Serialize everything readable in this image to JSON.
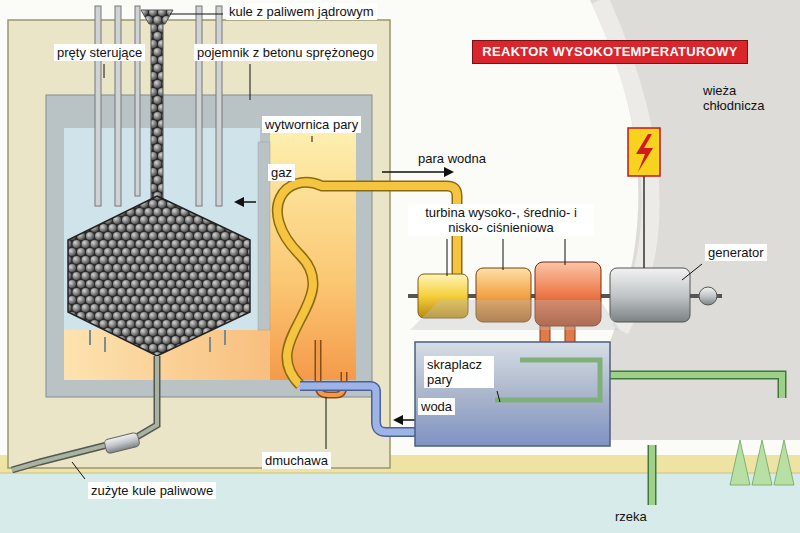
{
  "diagram": {
    "title": "REAKTOR WYSOKOTEMPERATUROWY",
    "labels": [
      "kule z paliwem jądrowym",
      "pręty sterujące",
      "pojemnik z betonu sprężonego",
      "wytwornica pary",
      "gaz",
      "para wodna",
      "wieża chłodnicza",
      "turbina wysoko-, średnio- i nisko- ciśnieniowa",
      "generator",
      "skraplacz pary",
      "woda",
      "dmuchawa",
      "zużyte kule paliwowe",
      "rzeka"
    ]
  }
}
